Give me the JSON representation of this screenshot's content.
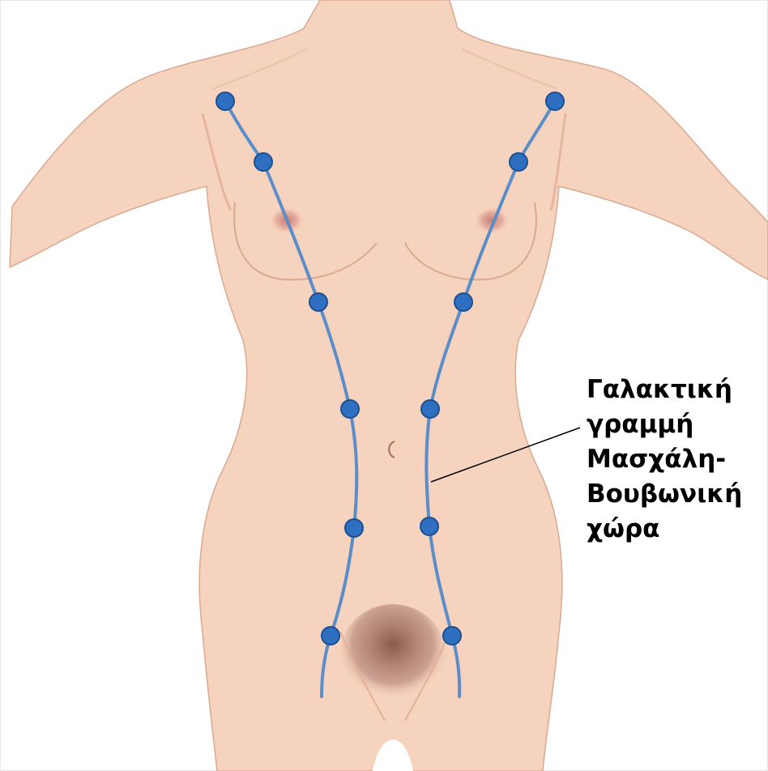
{
  "colors": {
    "skin": "#f6d3be",
    "skin_shadow": "#e8b9a0",
    "line": "#5b8ec9",
    "node": "#2f6fc1",
    "node_stroke": "#1d4f90",
    "areola": "#d88f86",
    "pubic": "#9c6b5e",
    "text": "#000000"
  },
  "label": {
    "lines": [
      "Γαλακτική",
      "γραμμή",
      "Μασχάλη-",
      "Βουβωνική",
      "χώρα"
    ]
  }
}
